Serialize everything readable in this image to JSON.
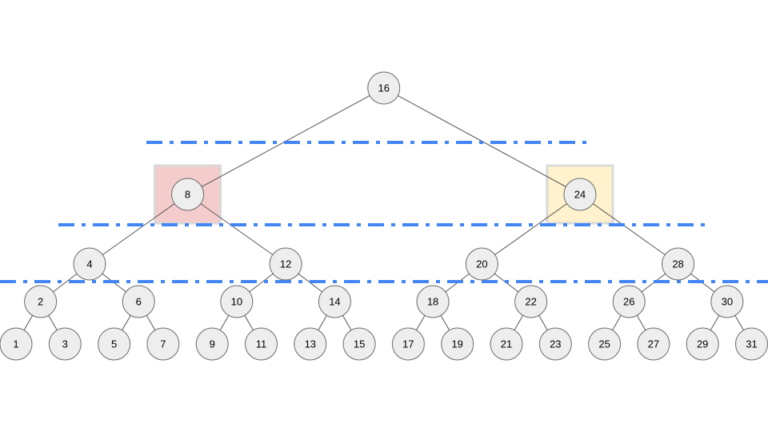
{
  "tree": {
    "root": 16,
    "nodes": [
      1,
      2,
      3,
      4,
      5,
      6,
      7,
      8,
      9,
      10,
      11,
      12,
      13,
      14,
      15,
      16,
      17,
      18,
      19,
      20,
      21,
      22,
      23,
      24,
      25,
      26,
      27,
      28,
      29,
      30,
      31
    ],
    "highlighted": [
      {
        "node": 8,
        "fill": "#f4cccc"
      },
      {
        "node": 24,
        "fill": "#fff2cc"
      }
    ]
  },
  "colors": {
    "separator": "#4285f4",
    "node_fill": "#eeeeee",
    "highlight_border": "#d9d9d9"
  }
}
